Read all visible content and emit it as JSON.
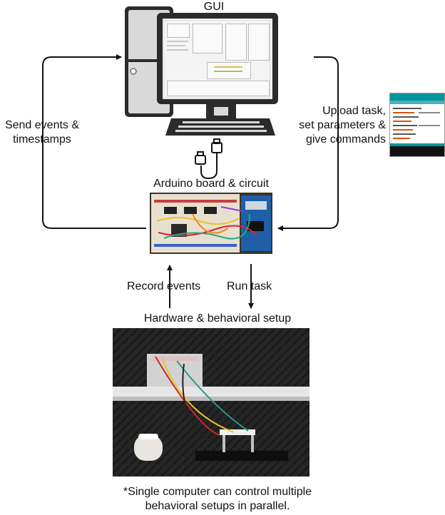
{
  "labels": {
    "gui": "GUI",
    "send_events": [
      "Send events &",
      "timestamps"
    ],
    "upload_task": [
      "Upload task,",
      "set parameters &",
      "give commands"
    ],
    "arduino": "Arduino board & circuit",
    "record_events": "Record events",
    "run_task": "Run task",
    "hardware_setup": "Hardware & behavioral setup",
    "footnote": [
      "*Single computer can control multiple",
      "behavioral setups in parallel."
    ]
  },
  "colors": {
    "text": "#111111",
    "arrow": "#111111",
    "arduino_teal": "#00979c",
    "board_blue": "#1f5fa8"
  },
  "icons": {
    "computer": "desktop-computer-icon",
    "usb": "usb-cable-icon",
    "ide": "arduino-ide-screenshot",
    "board": "arduino-breadboard-photo",
    "setup": "behavioral-setup-photo"
  }
}
